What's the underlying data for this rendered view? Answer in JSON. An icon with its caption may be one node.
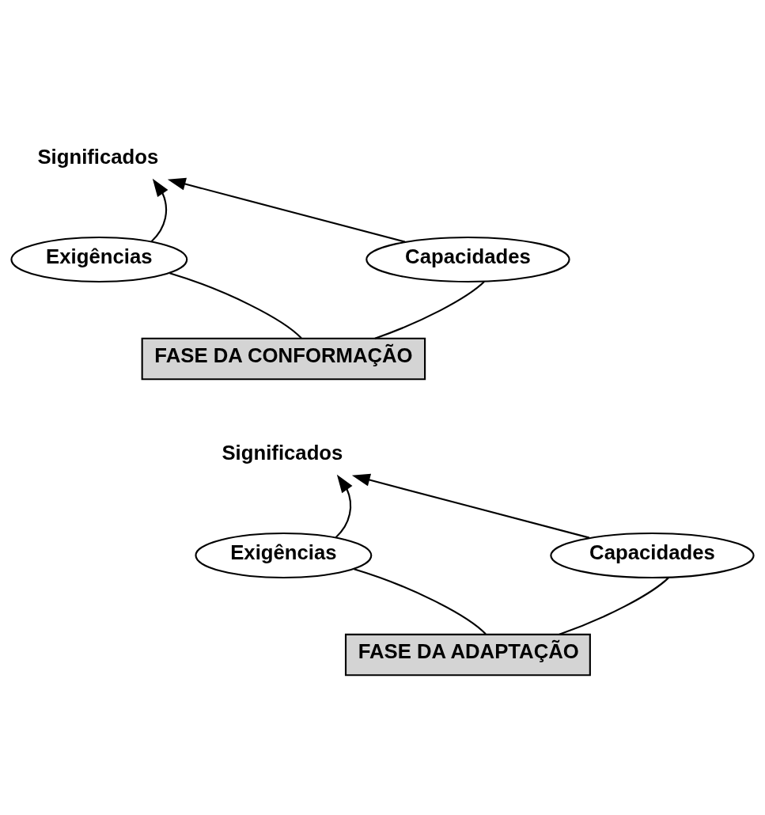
{
  "diagram": {
    "nodes": [
      {
        "text": [
          "Significados"
        ]
      },
      {
        "text": [
          "Capacidades"
        ]
      },
      {
        "text": [
          "Exigências"
        ]
      },
      {
        "text": [
          "FASE DA CONFORMAÇÃO"
        ]
      },
      {
        "text": [
          "Significados"
        ]
      },
      {
        "text": [
          "Exigências"
        ]
      },
      {
        "text": [
          "Capacidades"
        ]
      },
      {
        "text": [
          "FASE DA ADAPTAÇÃO"
        ]
      }
    ],
    "edges": [
      {
        "from": 2,
        "to": 0,
        "arrow": "to"
      },
      {
        "from": 1,
        "to": 0,
        "arrow": "to"
      },
      {
        "from": 2,
        "to": 3,
        "arrow": "none"
      },
      {
        "from": 1,
        "to": 3,
        "arrow": "none"
      },
      {
        "from": 5,
        "to": 4,
        "arrow": "to"
      },
      {
        "from": 6,
        "to": 4,
        "arrow": "to"
      },
      {
        "from": 5,
        "to": 7,
        "arrow": "none"
      },
      {
        "from": 6,
        "to": 7,
        "arrow": "none"
      }
    ]
  }
}
